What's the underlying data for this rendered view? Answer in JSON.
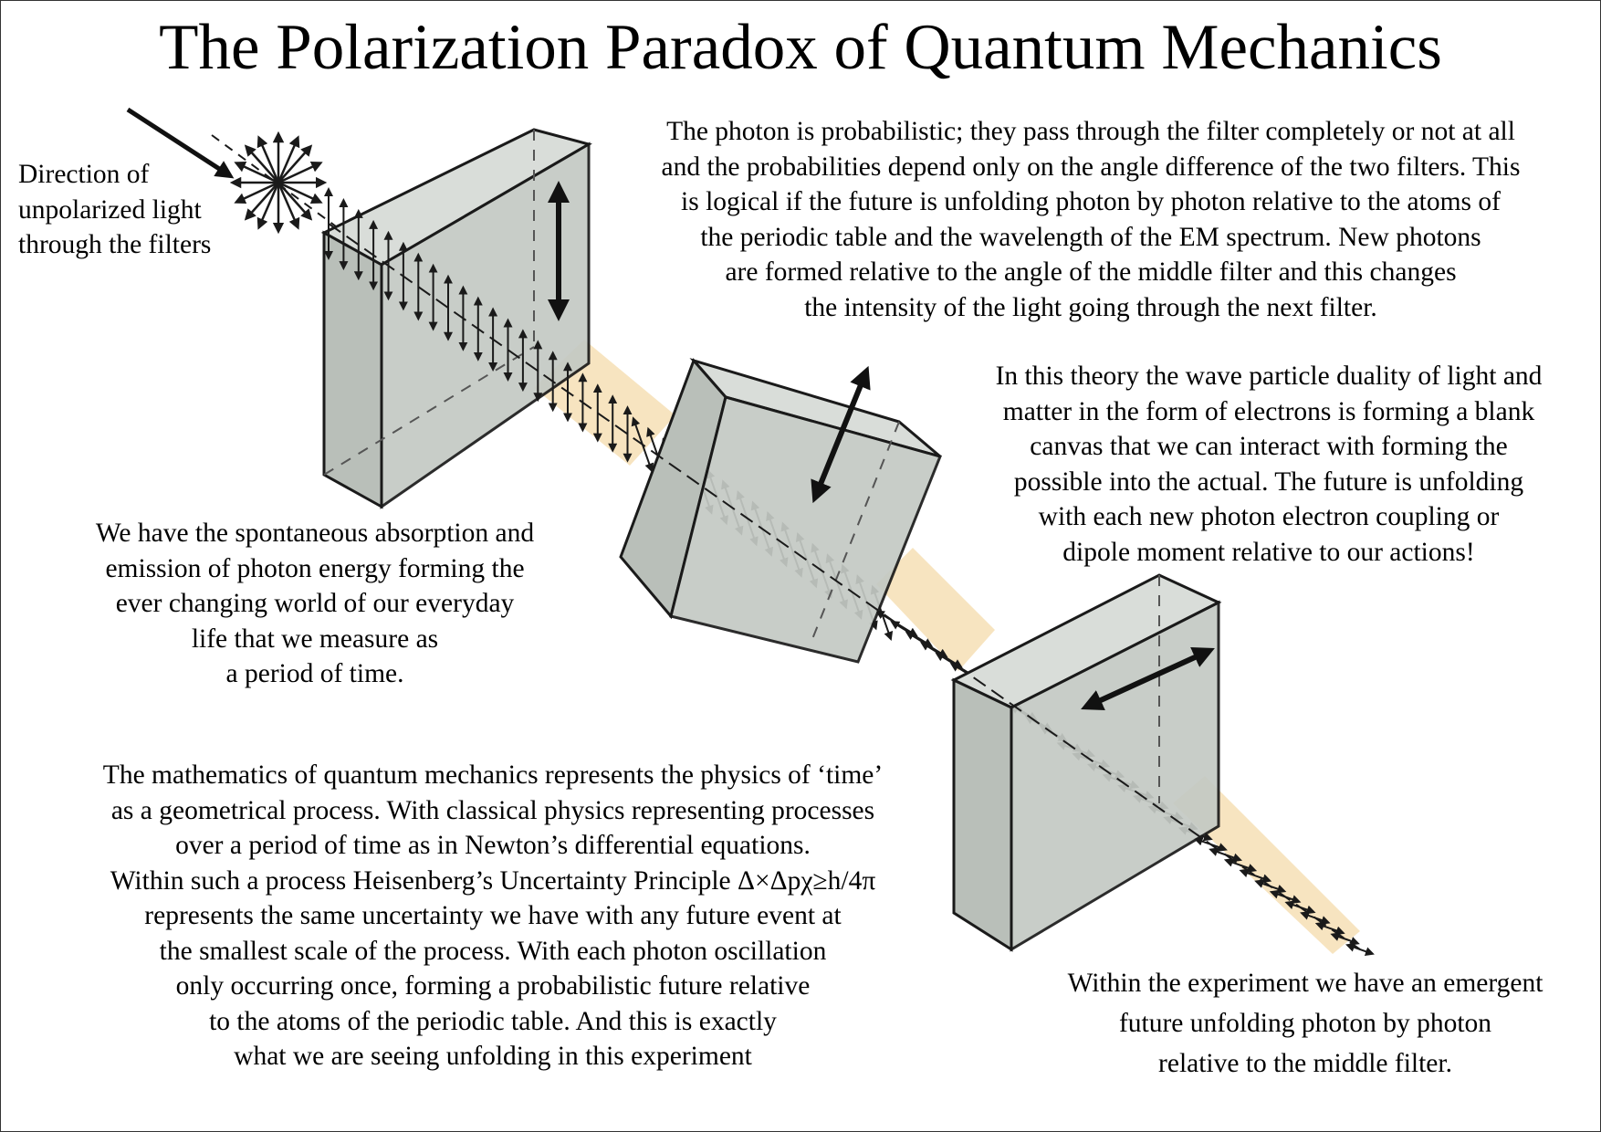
{
  "title": "The Polarization Paradox of Quantum Mechanics",
  "label_direction": [
    "Direction of",
    "unpolarized light",
    "through the filters"
  ],
  "text_top_right": [
    "The photon is probabilistic; they pass through the filter completely or not at all",
    "and the probabilities depend only on the angle difference of the two filters. This",
    "is logical if the future is unfolding photon by photon relative to the atoms of",
    "the periodic table and the wavelength of the EM spectrum. New photons",
    "are formed relative to the angle of the middle filter and this changes",
    "the intensity of the light going through the next filter."
  ],
  "text_middle_right": [
    "In this theory the wave particle duality of light and",
    "matter in the form of electrons is forming a blank",
    "canvas that we can interact with forming the",
    "possible into the actual. The future is unfolding",
    "with each new photon electron coupling or",
    "dipole moment relative to our actions!"
  ],
  "text_middle_left": [
    "We have the spontaneous absorption and",
    "emission of photon energy forming the",
    "ever changing world of our everyday",
    "life that we measure as",
    "a period of time."
  ],
  "text_bottom_left": [
    "The mathematics of quantum mechanics represents the physics of ‘time’",
    "as a geometrical process. With classical physics representing processes",
    "over a period of time as in Newton’s differential equations.",
    "Within such a process Heisenberg’s Uncertainty Principle Δ×Δpχ≥h/4π",
    "represents the same uncertainty we have with any future event at",
    "the smallest scale of the process. With each photon oscillation",
    "only occurring once, forming a probabilistic future relative",
    "to the atoms of the periodic table. And this is exactly",
    "what we are seeing unfolding in this experiment"
  ],
  "text_bottom_right": [
    "Within the experiment we have an emergent",
    "future unfolding photon by photon",
    "relative to the middle filter."
  ],
  "colors": {
    "filter_face": "#c4c9c4",
    "filter_side": "#d9ddd9",
    "beam": "#f7e3bd",
    "line": "#1a1a1a"
  }
}
